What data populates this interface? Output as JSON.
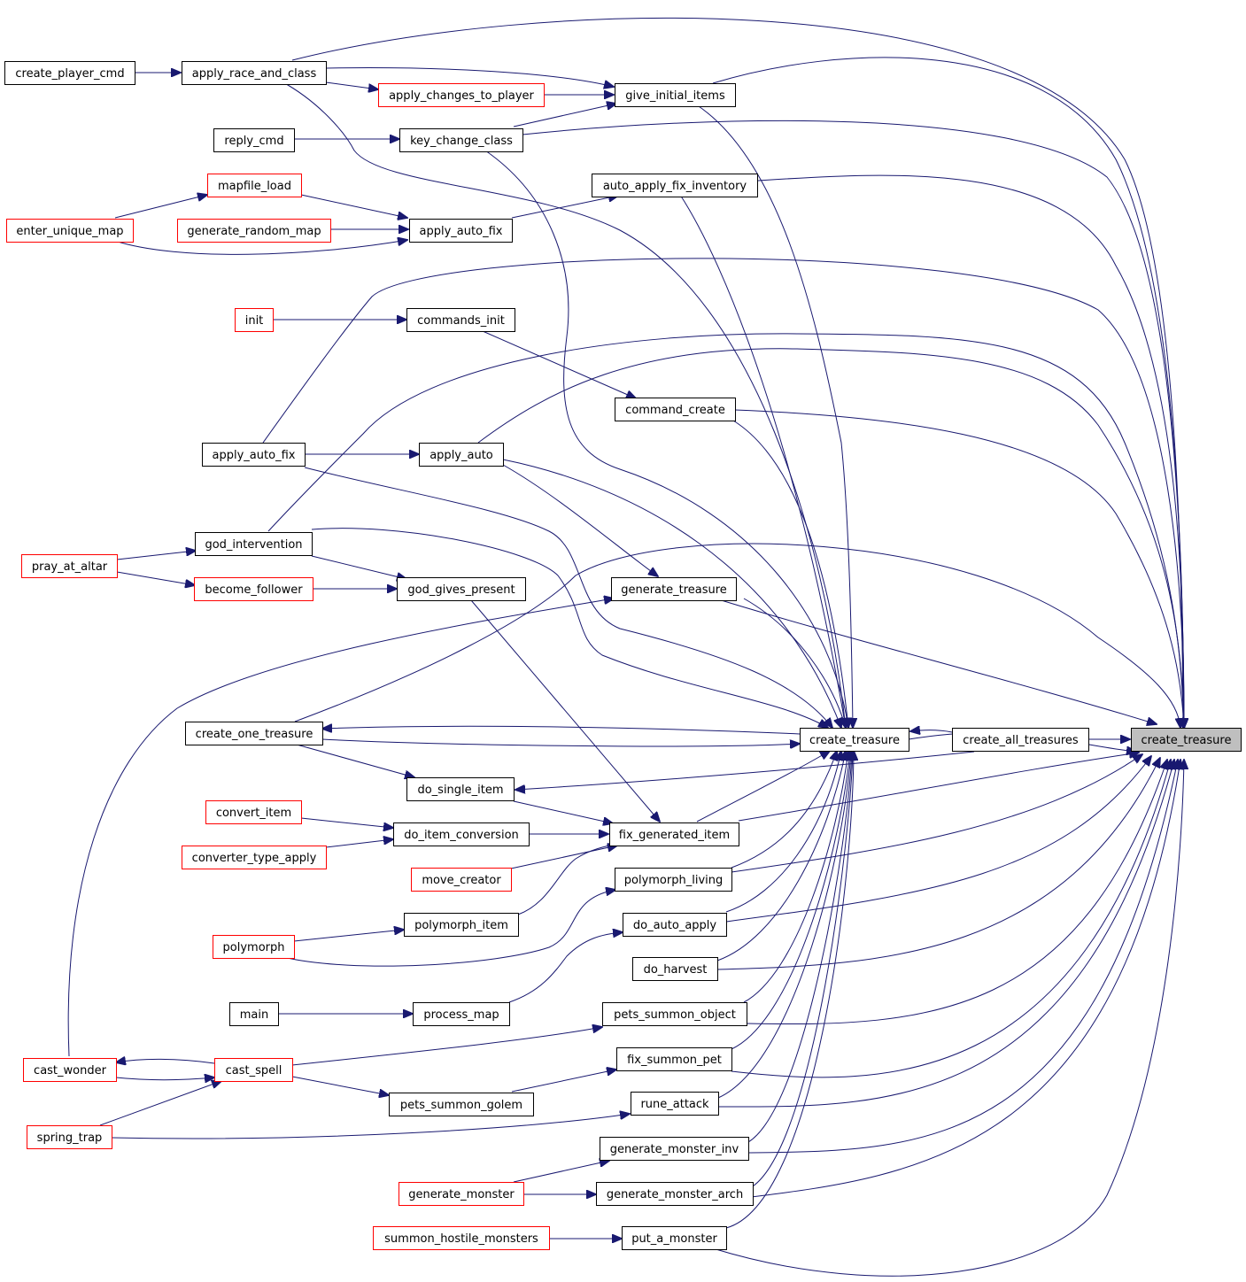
{
  "colors": {
    "edge": "#191970",
    "node_border_plain": "#000000",
    "node_border_truncated": "#ff0000",
    "node_fill": "#ffffff",
    "root_fill": "#bfbfbf",
    "root_border": "#000000"
  },
  "nodes": {
    "create_treasure_root": {
      "label": "create_treasure",
      "style": "root"
    },
    "create_all_treasures": {
      "label": "create_all_treasures",
      "style": "plain"
    },
    "create_treasure": {
      "label": "create_treasure",
      "style": "plain"
    },
    "create_player_cmd": {
      "label": "create_player_cmd",
      "style": "plain"
    },
    "apply_race_and_class": {
      "label": "apply_race_and_class",
      "style": "plain"
    },
    "apply_changes_to_player": {
      "label": "apply_changes_to_player",
      "style": "truncated"
    },
    "give_initial_items": {
      "label": "give_initial_items",
      "style": "plain"
    },
    "reply_cmd": {
      "label": "reply_cmd",
      "style": "plain"
    },
    "key_change_class": {
      "label": "key_change_class",
      "style": "plain"
    },
    "mapfile_load": {
      "label": "mapfile_load",
      "style": "truncated"
    },
    "auto_apply_fix_inventory": {
      "label": "auto_apply_fix_inventory",
      "style": "plain"
    },
    "enter_unique_map": {
      "label": "enter_unique_map",
      "style": "truncated"
    },
    "generate_random_map": {
      "label": "generate_random_map",
      "style": "truncated"
    },
    "apply_auto_fix_top": {
      "label": "apply_auto_fix",
      "style": "plain"
    },
    "init": {
      "label": "init",
      "style": "truncated"
    },
    "commands_init": {
      "label": "commands_init",
      "style": "plain"
    },
    "command_create": {
      "label": "command_create",
      "style": "plain"
    },
    "apply_auto_fix_mid": {
      "label": "apply_auto_fix",
      "style": "plain"
    },
    "apply_auto": {
      "label": "apply_auto",
      "style": "plain"
    },
    "god_intervention": {
      "label": "god_intervention",
      "style": "plain"
    },
    "pray_at_altar": {
      "label": "pray_at_altar",
      "style": "truncated"
    },
    "become_follower": {
      "label": "become_follower",
      "style": "truncated"
    },
    "god_gives_present": {
      "label": "god_gives_present",
      "style": "plain"
    },
    "generate_treasure": {
      "label": "generate_treasure",
      "style": "plain"
    },
    "create_one_treasure": {
      "label": "create_one_treasure",
      "style": "plain"
    },
    "do_single_item": {
      "label": "do_single_item",
      "style": "plain"
    },
    "convert_item": {
      "label": "convert_item",
      "style": "truncated"
    },
    "do_item_conversion": {
      "label": "do_item_conversion",
      "style": "plain"
    },
    "fix_generated_item": {
      "label": "fix_generated_item",
      "style": "plain"
    },
    "converter_type_apply": {
      "label": "converter_type_apply",
      "style": "truncated"
    },
    "move_creator": {
      "label": "move_creator",
      "style": "truncated"
    },
    "polymorph_living": {
      "label": "polymorph_living",
      "style": "plain"
    },
    "polymorph_item": {
      "label": "polymorph_item",
      "style": "plain"
    },
    "do_auto_apply": {
      "label": "do_auto_apply",
      "style": "plain"
    },
    "polymorph": {
      "label": "polymorph",
      "style": "truncated"
    },
    "do_harvest": {
      "label": "do_harvest",
      "style": "plain"
    },
    "main": {
      "label": "main",
      "style": "plain"
    },
    "process_map": {
      "label": "process_map",
      "style": "plain"
    },
    "pets_summon_object": {
      "label": "pets_summon_object",
      "style": "plain"
    },
    "cast_wonder": {
      "label": "cast_wonder",
      "style": "truncated"
    },
    "cast_spell": {
      "label": "cast_spell",
      "style": "truncated"
    },
    "fix_summon_pet": {
      "label": "fix_summon_pet",
      "style": "plain"
    },
    "pets_summon_golem": {
      "label": "pets_summon_golem",
      "style": "plain"
    },
    "rune_attack": {
      "label": "rune_attack",
      "style": "plain"
    },
    "spring_trap": {
      "label": "spring_trap",
      "style": "truncated"
    },
    "generate_monster_inv": {
      "label": "generate_monster_inv",
      "style": "plain"
    },
    "generate_monster": {
      "label": "generate_monster",
      "style": "truncated"
    },
    "generate_monster_arch": {
      "label": "generate_monster_arch",
      "style": "plain"
    },
    "summon_hostile_monsters": {
      "label": "summon_hostile_monsters",
      "style": "truncated"
    },
    "put_a_monster": {
      "label": "put_a_monster",
      "style": "plain"
    }
  }
}
